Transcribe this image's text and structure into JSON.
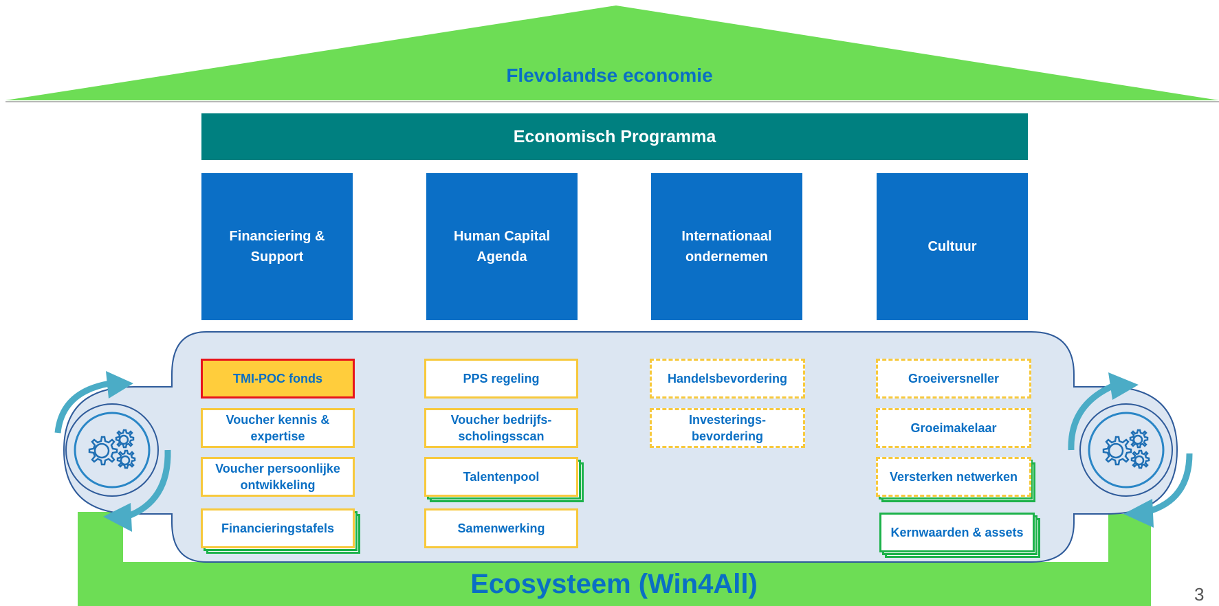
{
  "roof": {
    "title": "Flevolandse economie"
  },
  "program": {
    "title": "Economisch Programma"
  },
  "pillars": [
    {
      "label": "Financiering &\nSupport"
    },
    {
      "label": "Human Capital\nAgenda"
    },
    {
      "label": "Internationaal\nondernemen"
    },
    {
      "label": "Cultuur"
    }
  ],
  "columns": {
    "col1": [
      {
        "label": "TMI-POC fonds",
        "style": "highlighted"
      },
      {
        "label": "Voucher kennis &\nexpertise",
        "style": "solid"
      },
      {
        "label": "Voucher persoonlijke\nontwikkeling",
        "style": "solid"
      },
      {
        "label": "Financieringstafels",
        "style": "stacked"
      }
    ],
    "col2": [
      {
        "label": "PPS regeling",
        "style": "solid"
      },
      {
        "label": "Voucher bedrijfs-\nscholingsscan",
        "style": "solid"
      },
      {
        "label": "Talentenpool",
        "style": "stacked"
      },
      {
        "label": "Samenwerking",
        "style": "solid"
      }
    ],
    "col3": [
      {
        "label": "Handelsbevordering",
        "style": "dashed"
      },
      {
        "label": "Investerings-\nbevordering",
        "style": "dashed"
      }
    ],
    "col4": [
      {
        "label": "Groeiversneller",
        "style": "dashed"
      },
      {
        "label": "Groeimakelaar",
        "style": "dashed"
      },
      {
        "label": "Versterken netwerken",
        "style": "dashed-stacked"
      },
      {
        "label": "Kernwaarden & assets",
        "style": "green-stacked"
      }
    ]
  },
  "base": {
    "label": "Ecosysteem (Win4All)"
  },
  "page": {
    "number": "3"
  },
  "colors": {
    "roof_green": "#6ddd55",
    "program_teal": "#008080",
    "pillar_blue": "#0b6fc6",
    "text_blue": "#0a6fc4",
    "item_yellow_border": "#f7c93d",
    "highlight_fill": "#ffcd3c",
    "highlight_border": "#e8141b",
    "stack_green": "#1cb24a",
    "panel_fill": "#dce6f2",
    "cycle_arrow": "#4bacc6"
  },
  "icons": [
    "gears-icon-left",
    "gears-icon-right",
    "cycle-arrow-icon"
  ]
}
